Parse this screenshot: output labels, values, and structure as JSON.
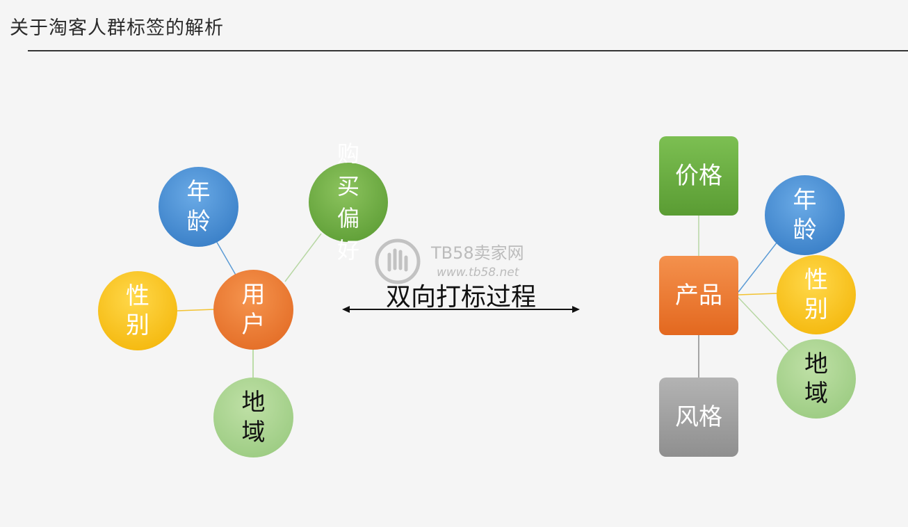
{
  "header": {
    "title": "关于淘客人群标签的解析"
  },
  "user_cluster": {
    "center": "用户",
    "age": "年龄",
    "gender": "性别",
    "region": "地域",
    "preference": "购买偏好"
  },
  "arrow": {
    "label": "双向打标过程"
  },
  "product_cluster": {
    "center": "产品",
    "price": "价格",
    "style": "风格",
    "age": "年龄",
    "gender": "性别",
    "region": "地域"
  },
  "watermark": {
    "brand": "TB58卖家网",
    "url": "www.tb58.net"
  },
  "colors": {
    "blue": "#3f86d0",
    "yellow": "#f7c21c",
    "orange": "#ea7a33",
    "light_green": "#a9d48e",
    "green": "#6aad44",
    "gray": "#a1a1a1"
  }
}
